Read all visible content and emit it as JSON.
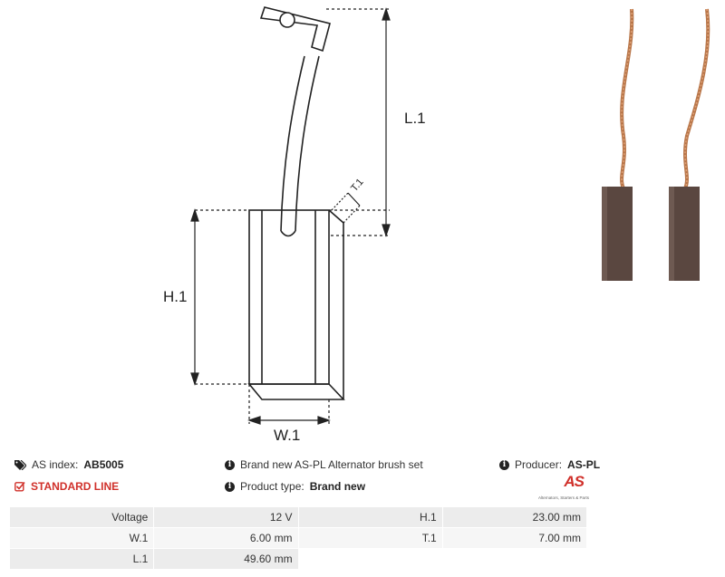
{
  "diagram": {
    "labels": {
      "length": "L.1",
      "height": "H.1",
      "width": "W.1",
      "thickness": "T.1"
    }
  },
  "info": {
    "index_label": "AS index:",
    "index_value": "AB5005",
    "standard_line": "STANDARD LINE",
    "description": "Brand new AS-PL Alternator brush set",
    "product_type_label": "Product type:",
    "product_type_value": "Brand new",
    "producer_label": "Producer:",
    "producer_value": "AS-PL",
    "logo_text": "AS",
    "logo_slogan": "Alternators, Starters & Parts"
  },
  "icons": {
    "index": "tags-icon",
    "standard_line": "checkbox-icon",
    "info": "info-circle-icon"
  },
  "colors": {
    "accent_red": "#d0302a"
  },
  "params": [
    {
      "k1": "Voltage",
      "v1": "12 V",
      "k2": "H.1",
      "v2": "23.00 mm"
    },
    {
      "k1": "W.1",
      "v1": "6.00 mm",
      "k2": "T.1",
      "v2": "7.00 mm"
    },
    {
      "k1": "L.1",
      "v1": "49.60 mm",
      "k2": "",
      "v2": ""
    }
  ]
}
